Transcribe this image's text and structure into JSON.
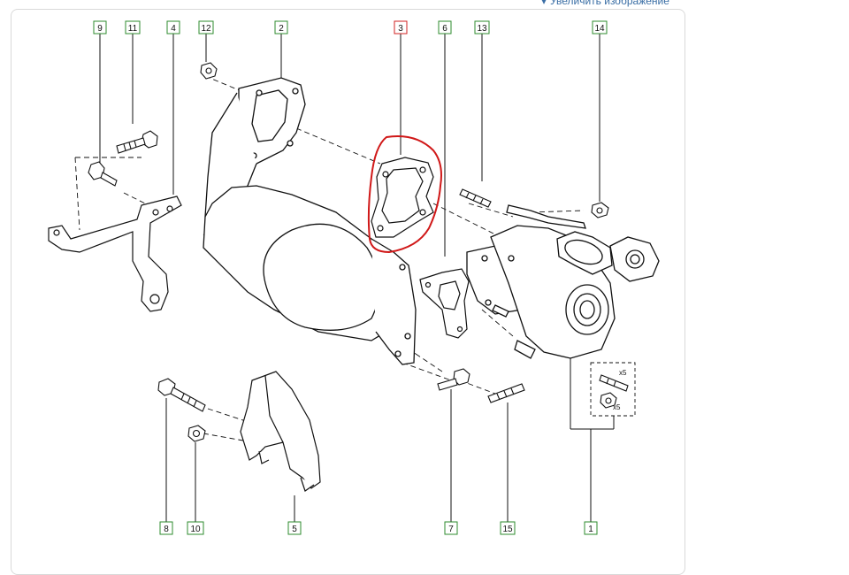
{
  "top_link": {
    "arrow": "▾",
    "label": "Увеличить изображение"
  },
  "callouts": {
    "c9": "9",
    "c11": "11",
    "c4": "4",
    "c12": "12",
    "c2": "2",
    "c3": "3",
    "c6": "6",
    "c13": "13",
    "c14": "14",
    "c8": "8",
    "c10": "10",
    "c5": "5",
    "c7": "7",
    "c15": "15",
    "c1": "1"
  },
  "quantities": {
    "stud": "x5",
    "nut": "x5"
  },
  "colors": {
    "callout_border": "#2e8b2e",
    "highlight_callout": "#d02020",
    "highlight_ring": "#d01818"
  }
}
